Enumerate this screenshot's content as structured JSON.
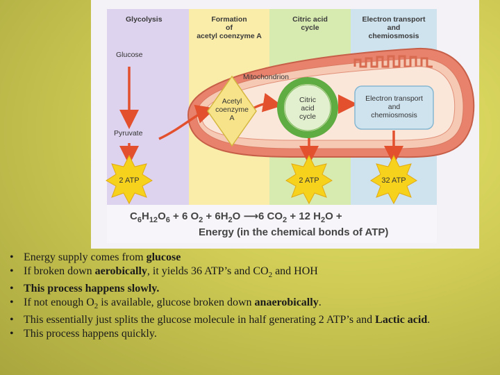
{
  "figure": {
    "stages": [
      {
        "label": "Glycolysis"
      },
      {
        "label_lines": [
          "Formation",
          "of",
          "acetyl coenzyme A"
        ]
      },
      {
        "label_lines": [
          "Citric acid",
          "cycle"
        ]
      },
      {
        "label_lines": [
          "Electron transport",
          "and",
          "chemiosmosis"
        ]
      }
    ],
    "glucose": "Glucose",
    "pyruvate": "Pyruvate",
    "mitochondrion": "Mitochondrion",
    "acetyl_lines": [
      "Acetyl",
      "coenzyme",
      "A"
    ],
    "citric_lines": [
      "Citric",
      "acid",
      "cycle"
    ],
    "etc_lines": [
      "Electron transport",
      "and",
      "chemiosmosis"
    ],
    "atp_bursts": [
      "2 ATP",
      "2 ATP",
      "32 ATP"
    ],
    "equation": {
      "c": "C",
      "c_sub": "6",
      "h": "H",
      "h_sub": "12",
      "o": "O",
      "o_sub": "6",
      "part2": " + 6 O",
      "part2_sub": "2",
      "part3": " + 6H",
      "part3_sub": "2",
      "part4": "O",
      "arrow": "⟶",
      "part5": "6 CO",
      "part5_sub": "2",
      "part6": " + 12 H",
      "part6_sub": "2",
      "part7": "O +",
      "line2": "Energy (in the chemical bonds of ATP)"
    },
    "colors": {
      "glycolysis": "#ddd3ee",
      "acetyl": "#faedaa",
      "citric": "#d7eab0",
      "etc": "#cfe3ef",
      "mito_outer": "#e8826c",
      "mito_inner": "#f1a58e",
      "arrow": "#e2502e",
      "atp": "#f6d21c",
      "cycle": "#5fad42"
    }
  },
  "bullets": [
    {
      "t1": "Energy supply comes from ",
      "b1": "glucose"
    },
    {
      "t1": "If broken down ",
      "b1": "aerobically",
      "t2": ", it yields 36 ATP’s and CO",
      "sub": "2",
      "t3": " and HOH"
    },
    {
      "b1": "This process happens slowly."
    },
    {
      "t1": "If not enough O",
      "sub": "2",
      "t2": " is available, glucose broken down ",
      "b1": "anaerobically",
      "t3": "."
    },
    {
      "t1": "This essentially just splits the glucose molecule in half generating 2 ATP’s and ",
      "b1": "Lactic acid",
      "t2": "."
    },
    {
      "t1": "This process happens quickly."
    }
  ]
}
